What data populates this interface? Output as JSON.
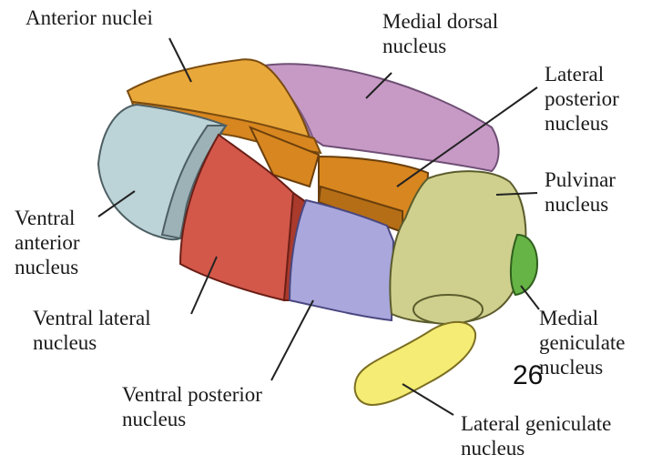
{
  "labels": {
    "anterior_nuclei": [
      "Anterior nuclei"
    ],
    "medial_dorsal": [
      "Medial dorsal",
      "nucleus"
    ],
    "lateral_posterior": [
      "Lateral",
      "posterior",
      "nucleus"
    ],
    "pulvinar": [
      "Pulvinar",
      "nucleus"
    ],
    "ventral_anterior": [
      "Ventral",
      "anterior",
      "nucleus"
    ],
    "ventral_lateral": [
      "Ventral lateral",
      "nucleus"
    ],
    "ventral_posterior": [
      "Ventral posterior",
      "nucleus"
    ],
    "medial_geniculate": [
      "Medial",
      "geniculate",
      "nucleus"
    ],
    "lateral_geniculate": [
      "Lateral geniculate",
      "nucleus"
    ]
  },
  "page_number": "26",
  "colors": {
    "anterior": "#e9a83a",
    "medial_dorsal": "#c79ac6",
    "lateral_posterior": "#d8861f",
    "pulvinar": "#cfd08e",
    "ventral_anterior": "#bcd3d8",
    "ventral_lateral": "#d3584a",
    "ventral_posterior": "#a9a7dc",
    "medial_geniculate": "#66b445",
    "lateral_geniculate": "#f4ec74",
    "leader_line": "#222222"
  }
}
